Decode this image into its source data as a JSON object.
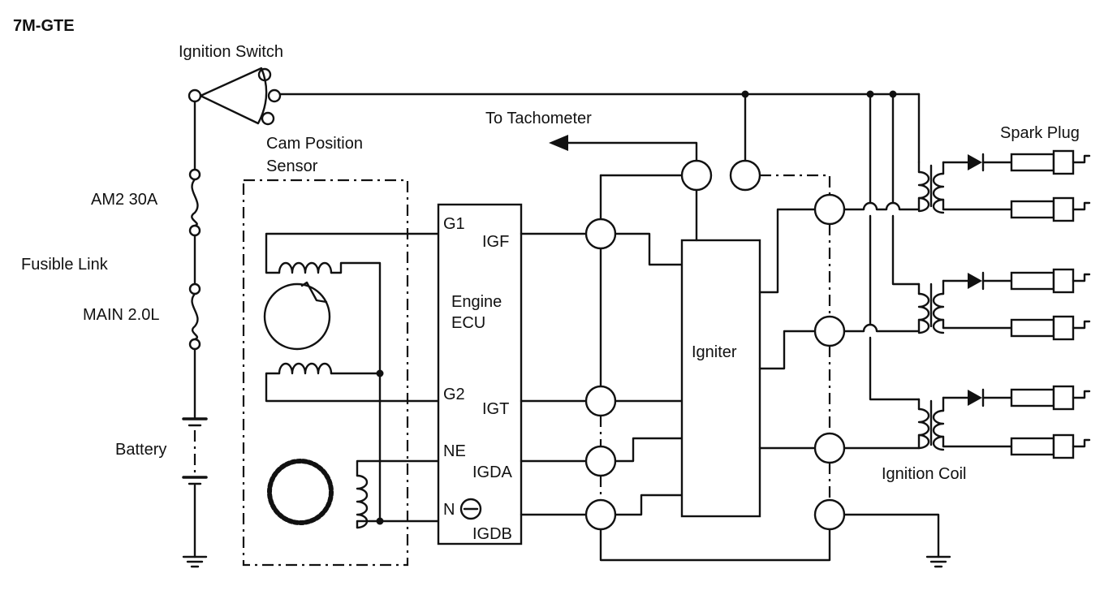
{
  "title": "7M-GTE",
  "labels": {
    "ignition_switch": "Ignition Switch",
    "am2": "AM2 30A",
    "fusible_link": "Fusible Link",
    "main": "MAIN 2.0L",
    "battery": "Battery",
    "cam_sensor_line1": "Cam Position",
    "cam_sensor_line2": "Sensor",
    "tachometer": "To Tachometer",
    "spark_plug": "Spark Plug",
    "ignition_coil": "Ignition Coil",
    "igniter": "Igniter"
  },
  "ecu": {
    "name_line1": "Engine",
    "name_line2": "ECU",
    "pins_left": [
      "G1",
      "G2",
      "NE",
      "N"
    ],
    "pins_right": [
      "IGF",
      "IGT",
      "IGDA",
      "IGDB"
    ],
    "n_symbol": "−"
  }
}
